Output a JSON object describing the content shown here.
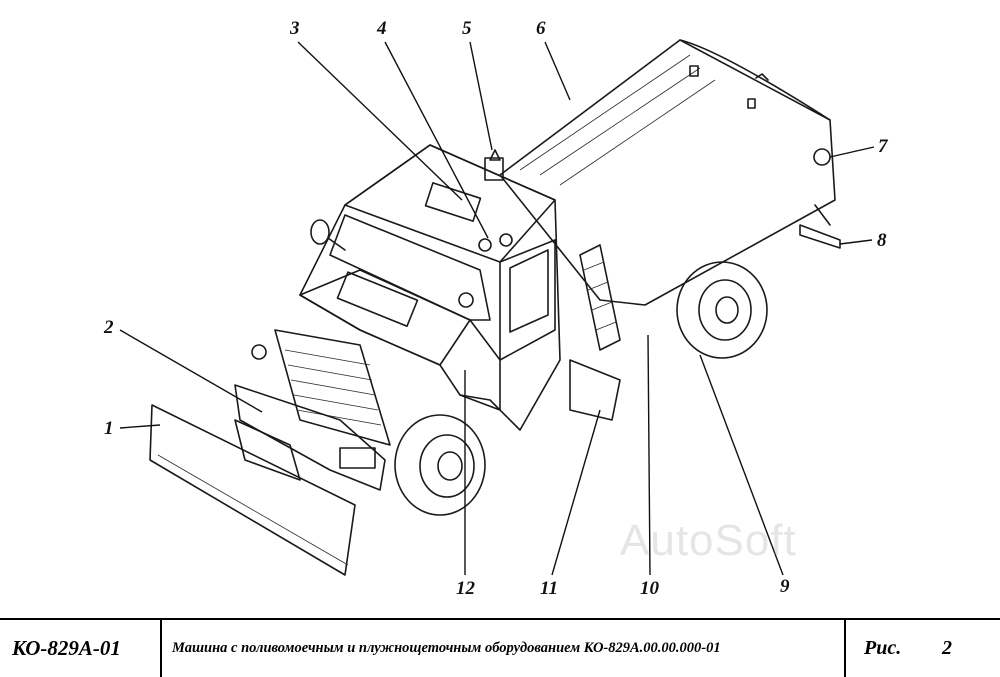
{
  "drawing": {
    "callouts": [
      "1",
      "2",
      "3",
      "4",
      "5",
      "6",
      "7",
      "8",
      "9",
      "10",
      "11",
      "12"
    ],
    "watermark": "AutoSoft"
  },
  "title_block": {
    "code": "КО-829А-01",
    "description": "Машина с поливомоечным и плужнощеточным оборудованием КО-829А.00.00.000-01",
    "figure_label": "Рис.",
    "figure_number": "2"
  }
}
